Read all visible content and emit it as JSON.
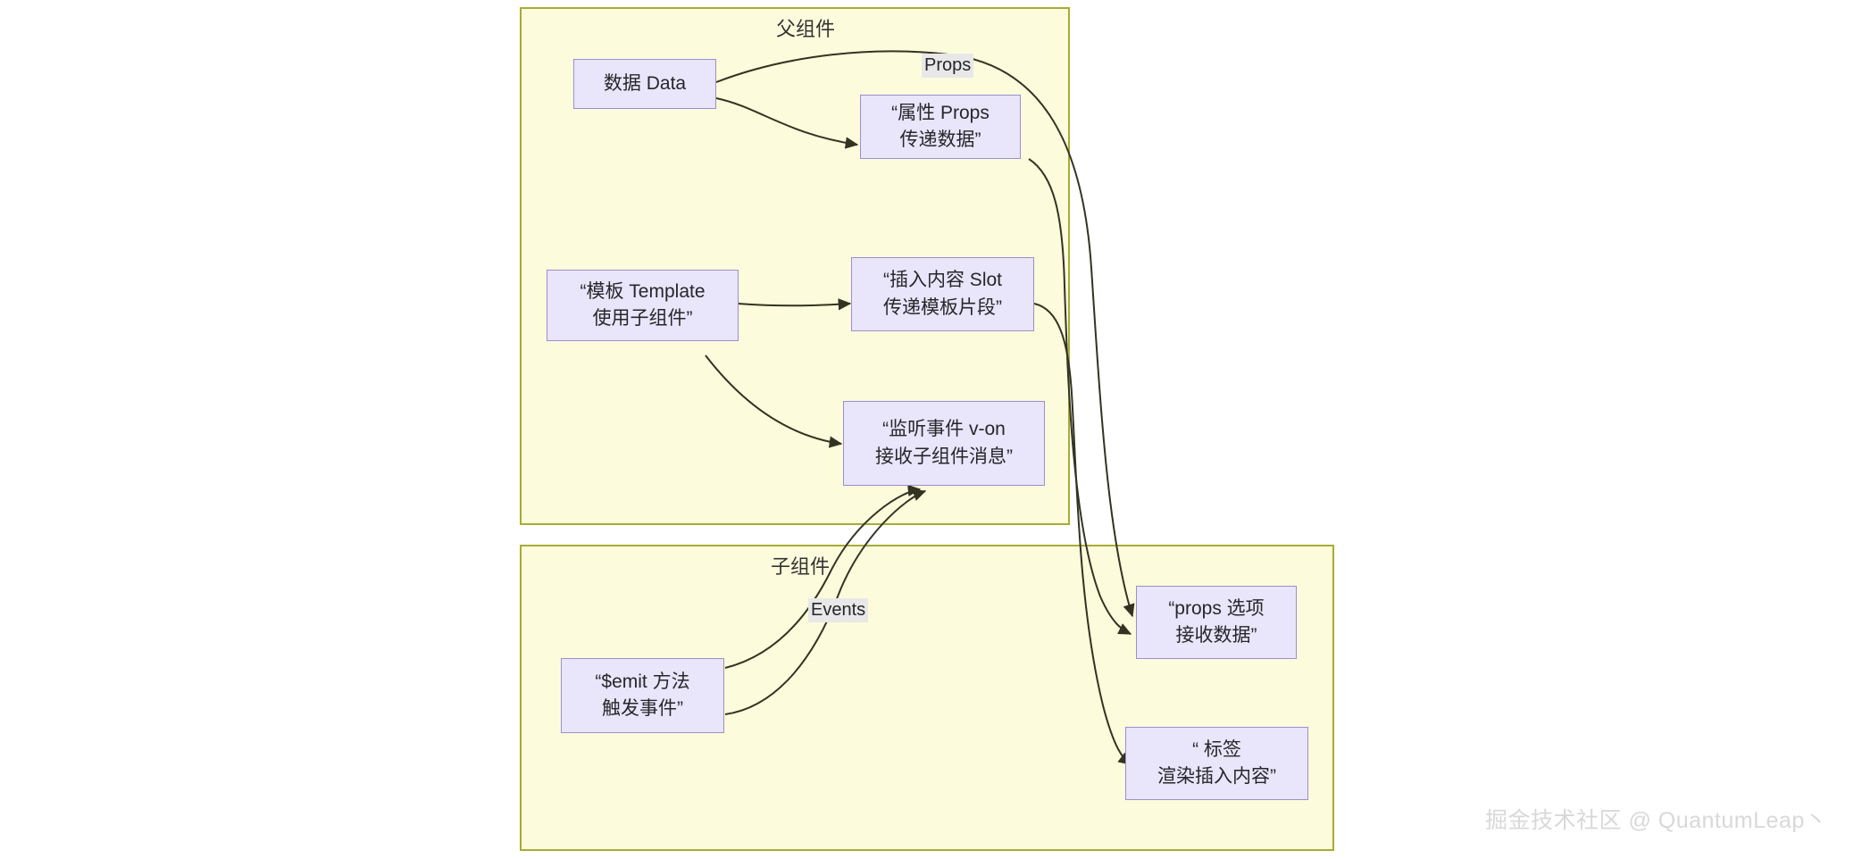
{
  "diagram": {
    "title_parent": "父组件",
    "title_child": "子组件",
    "clusters": [
      {
        "id": "parent",
        "label": "父组件"
      },
      {
        "id": "child",
        "label": "子组件"
      }
    ],
    "nodes": [
      {
        "id": "data",
        "label_line1": "数据 Data",
        "label_line2": ""
      },
      {
        "id": "props-send",
        "label_line1": "“属性 Props",
        "label_line2": "传递数据”"
      },
      {
        "id": "template",
        "label_line1": "“模板 Template",
        "label_line2": "使用子组件”"
      },
      {
        "id": "slot-send",
        "label_line1": "“插入内容 Slot",
        "label_line2": "传递模板片段”"
      },
      {
        "id": "listen-von",
        "label_line1": "“监听事件 v-on",
        "label_line2": "接收子组件消息”"
      },
      {
        "id": "emit",
        "label_line1": "“$emit 方法",
        "label_line2": "触发事件”"
      },
      {
        "id": "props-receive",
        "label_line1": "“props 选项",
        "label_line2": "接收数据”"
      },
      {
        "id": "slot-render",
        "label_line1": "“ 标签",
        "label_line2": "渲染插入内容”"
      }
    ],
    "edge_labels": [
      {
        "id": "props-edge-label",
        "label": "Props"
      },
      {
        "id": "events-edge-label",
        "label": "Events"
      }
    ],
    "watermark": "掘金技术社区 @ QuantumLeap丶",
    "colors": {
      "cluster_fill": "#fcfbdc",
      "cluster_border": "#aaaa33",
      "node_fill": "#e9e5fa",
      "node_border": "#9a8fd0",
      "edge_stroke": "#333322",
      "edge_label_bg": "#e8e8e8",
      "text": "#26262b",
      "watermark": "#d8d8d8"
    }
  }
}
